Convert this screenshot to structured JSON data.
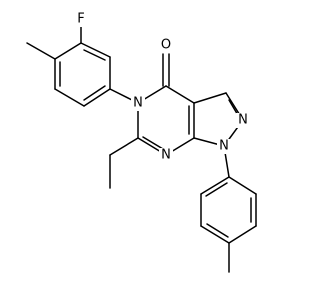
{
  "molecule": {
    "atom_labels": {
      "fluorine": "F",
      "oxygen": "O",
      "nitrogen_n5": "N",
      "nitrogen_n2": "N",
      "nitrogen_n1": "N",
      "nitrogen_n7": "N"
    },
    "colors": {
      "bond": "#000000",
      "label": "#000000",
      "background": "#ffffff"
    }
  }
}
